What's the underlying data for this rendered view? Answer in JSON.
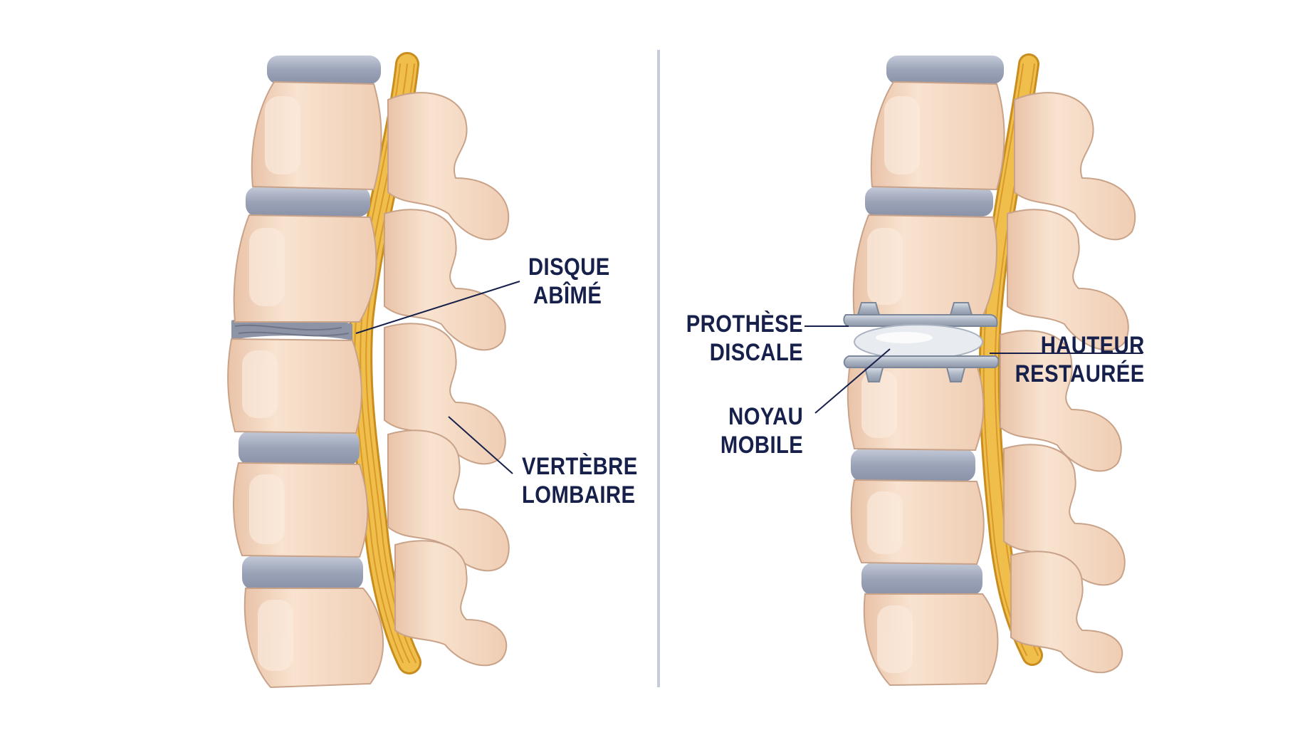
{
  "colors": {
    "bone": "#f6dcc6",
    "bone_shadow": "#e6bea2",
    "bone_outline": "#8a6a55",
    "disc": "#9ba3b8",
    "disc_light": "#c4cad8",
    "damaged_disc": "#8d94a5",
    "nerve": "#f0be4a",
    "nerve_dark": "#c98d1f",
    "implant": "#a9b3c2",
    "implant_core": "#e8ebf0",
    "label": "#16204a",
    "divider": "#c7ccda"
  },
  "panels": {
    "before": {
      "labels": {
        "damaged_disc": [
          "DISQUE",
          "ABÎMÉ"
        ],
        "lumbar_vertebra": [
          "VERTÈBRE",
          "LOMBAIRE"
        ]
      }
    },
    "after": {
      "labels": {
        "disc_prosthesis": [
          "PROTHÈSE",
          "DISCALE"
        ],
        "mobile_core": [
          "NOYAU",
          "MOBILE"
        ],
        "restored_height": [
          "HAUTEUR",
          "RESTAURÉE"
        ]
      }
    }
  }
}
